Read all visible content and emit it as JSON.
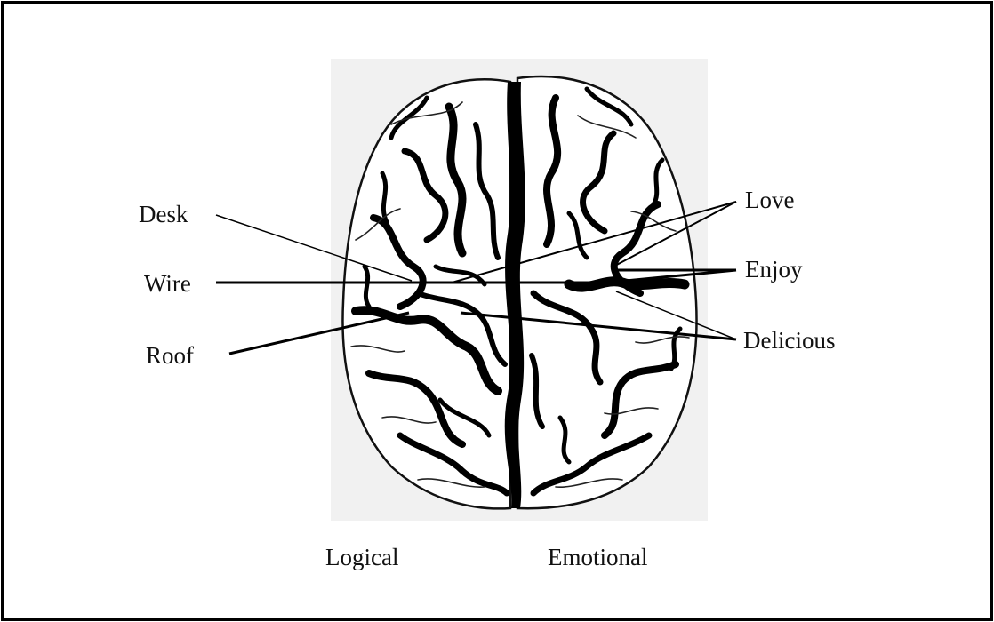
{
  "words": {
    "left": [
      {
        "key": "desk",
        "text": "Desk"
      },
      {
        "key": "wire",
        "text": "Wire"
      },
      {
        "key": "roof",
        "text": "Roof"
      }
    ],
    "right": [
      {
        "key": "love",
        "text": "Love"
      },
      {
        "key": "enjoy",
        "text": "Enjoy"
      },
      {
        "key": "delicious",
        "text": "Delicious"
      }
    ]
  },
  "hemispheres": {
    "left": "Logical",
    "right": "Emotional"
  },
  "colors": {
    "background": "#ffffff",
    "brain_backdrop": "#f1f1f1",
    "fissure": "#000000",
    "outline": "#111111"
  },
  "icons": {
    "brain": "brain-illustration-icon"
  }
}
